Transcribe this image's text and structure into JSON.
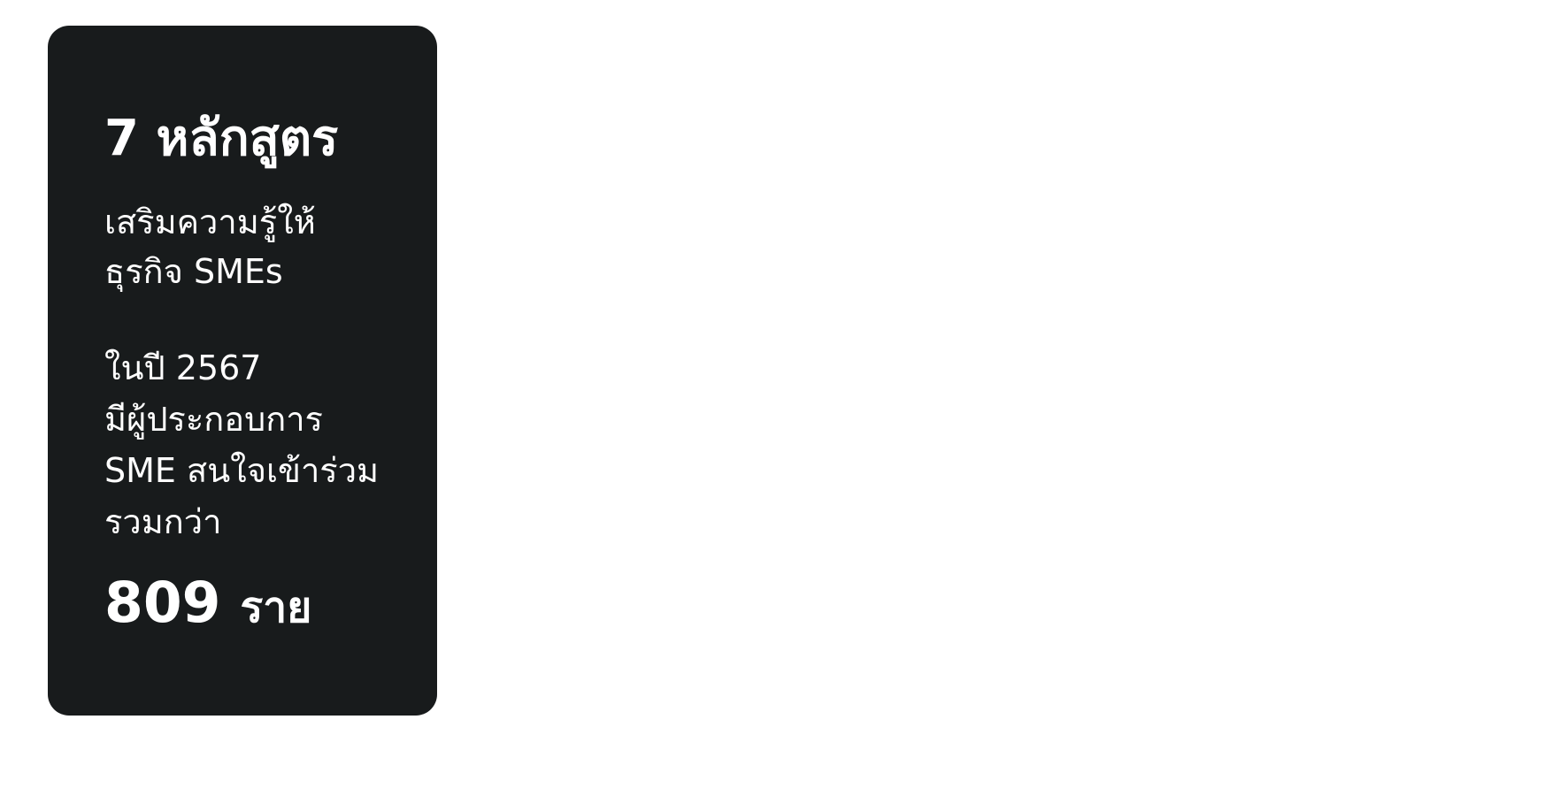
{
  "card": {
    "headline": "7 หลักสูตร",
    "subtitle_lines": [
      "เสริมความรู้ให้",
      "ธุรกิจ SMEs"
    ],
    "description_lines": [
      "ในปี 2567",
      "มีผู้ประกอบการ",
      "SME สนใจเข้าร่วม",
      "รวมกว่า"
    ],
    "stat_value": "809",
    "stat_unit": "ราย",
    "background_color": "#181b1c",
    "text_color": "#ffffff"
  }
}
